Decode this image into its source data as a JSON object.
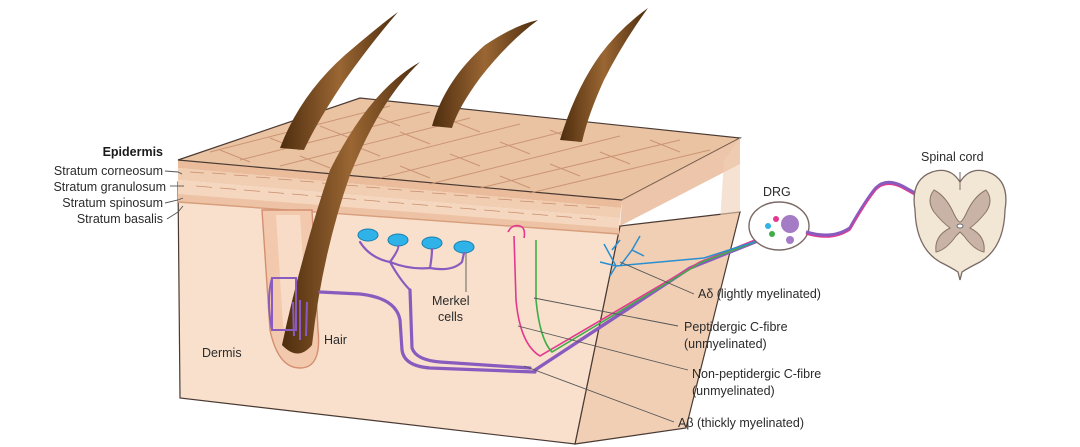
{
  "layer_labels": {
    "heading": "Epidermis",
    "items": [
      "Stratum corneosum",
      "Stratum granulosum",
      "Stratum spinosum",
      "Stratum basalis"
    ]
  },
  "structure_labels": {
    "dermis": "Dermis",
    "hair": "Hair",
    "merkel_line1": "Merkel",
    "merkel_line2": "cells",
    "drg": "DRG",
    "spinal_cord": "Spinal cord"
  },
  "fibre_labels": {
    "a_delta": "Aδ (lightly myelinated)",
    "peptidergic_line1": "Peptidergic C-fibre",
    "peptidergic_line2": "(unmyelinated)",
    "nonpeptidergic_line1": "Non-peptidergic C-fibre",
    "nonpeptidergic_line2": "(unmyelinated)",
    "a_beta": "Aβ (thickly myelinated)"
  },
  "colors": {
    "skin_top": "#e9c3a4",
    "dermis": "#f6ddc8",
    "hair": "#7a4b1e",
    "merkel": "#2eb2e8",
    "a_beta": "#8a5bbf",
    "peptidergic": "#e4388f",
    "nonpeptidergic": "#3fae4a",
    "a_delta": "#2a8fd0",
    "cord_grey": "#c8b3a6",
    "cord_white": "#f2e7d4"
  }
}
